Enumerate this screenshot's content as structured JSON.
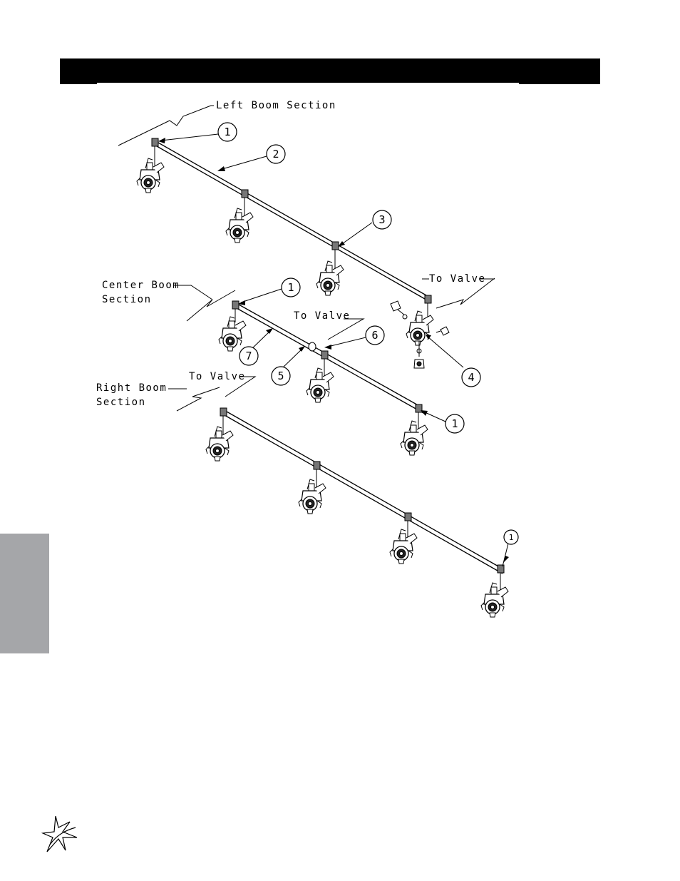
{
  "labels": {
    "left_boom": "Left Boom Section",
    "center_boom_line1": "Center Boom",
    "center_boom_line2": "Section",
    "right_boom_line1": "Right Boom",
    "right_boom_line2": "Section",
    "to_valve_upper": "To Valve",
    "to_valve_middle": "To Valve",
    "to_valve_lower": "To Valve"
  },
  "callouts": {
    "left_1": "1",
    "left_2": "2",
    "left_3": "3",
    "center_1": "1",
    "center_7": "7",
    "center_5": "5",
    "center_6": "6",
    "detail_4": "4",
    "center_end_1": "1",
    "right_1": "1"
  },
  "colors": {
    "header_bar": "#000000",
    "side_tab": "#a5a6a9"
  },
  "icons": {
    "brand_logo": "star-swoosh-logo-icon"
  }
}
